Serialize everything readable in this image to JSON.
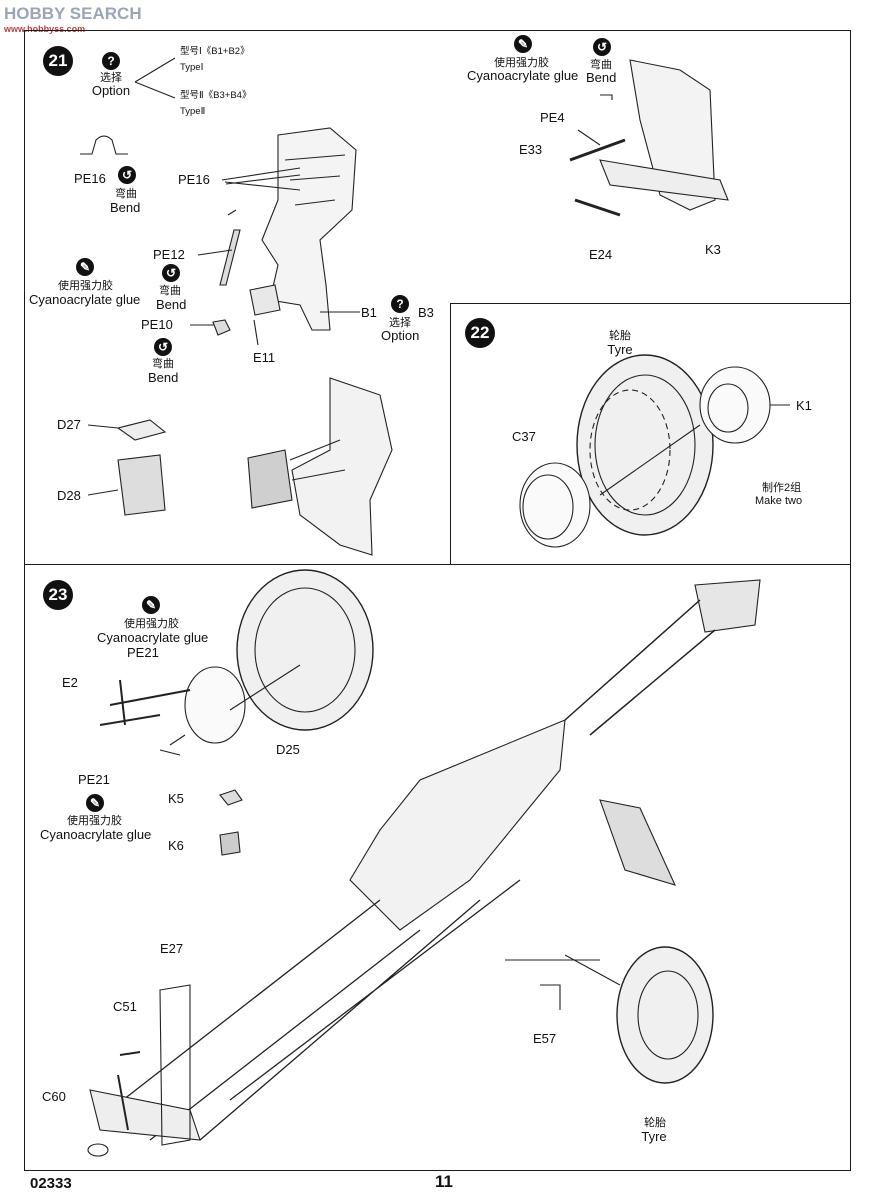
{
  "watermark": {
    "brand": "HOBBY SEARCH",
    "url": "www.hobbyss.com"
  },
  "footer": {
    "code": "02333",
    "page": "11"
  },
  "step21": {
    "number": "21",
    "option_cn": "选择",
    "option_en": "Option",
    "type1_cn": "型号Ⅰ《B1+B2》",
    "type1_en": "TypeⅠ",
    "type2_cn": "型号Ⅱ《B3+B4》",
    "type2_en": "TypeⅡ",
    "pe16_label": "PE16",
    "bend_cn": "弯曲",
    "bend_en": "Bend",
    "pe16_parts": "PE16",
    "pe12": "PE12",
    "glue_cn": "使用强力胶",
    "glue_en": "Cyanoacrylate glue",
    "bend2_cn": "弯曲",
    "bend2_en": "Bend",
    "pe10": "PE10",
    "e11": "E11",
    "bend3_cn": "弯曲",
    "bend3_en": "Bend",
    "b1": "B1",
    "b3": "B3",
    "option2_cn": "选择",
    "option2_en": "Option",
    "d27": "D27",
    "d28": "D28",
    "glue2_cn": "使用强力胶",
    "glue2_en": "Cyanoacrylate glue",
    "bend4_cn": "弯曲",
    "bend4_en": "Bend",
    "pe4": "PE4",
    "e33": "E33",
    "e24": "E24",
    "k3": "K3"
  },
  "step22": {
    "number": "22",
    "tyre_cn": "轮胎",
    "tyre_en": "Tyre",
    "k1": "K1",
    "c37": "C37",
    "make_cn": "制作2组",
    "make_en": "Make two"
  },
  "step23": {
    "number": "23",
    "glue_cn": "使用强力胶",
    "glue_en": "Cyanoacrylate glue",
    "pe21_top": "PE21",
    "e2": "E2",
    "d25": "D25",
    "pe21_bottom": "PE21",
    "glue2_cn": "使用强力胶",
    "glue2_en": "Cyanoacrylate glue",
    "k5": "K5",
    "k6": "K6",
    "e27": "E27",
    "c51": "C51",
    "c60": "C60",
    "e57": "E57",
    "tyre_cn": "轮胎",
    "tyre_en": "Tyre"
  }
}
